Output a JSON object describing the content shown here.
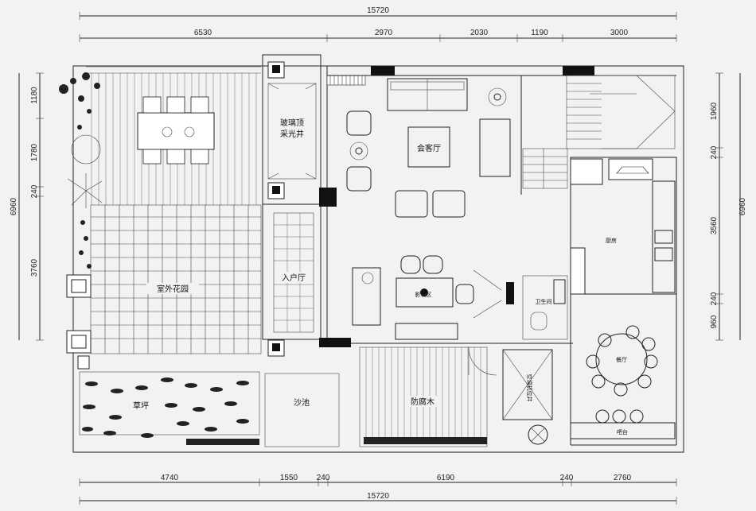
{
  "dimensions": {
    "top_total": "15720",
    "top_segments": [
      "6530",
      "2970",
      "2030",
      "1190",
      "3000"
    ],
    "bottom_total": "15720",
    "bottom_segments": [
      "4740",
      "1550",
      "240",
      "6190",
      "240",
      "2760"
    ],
    "left_total": "6960",
    "left_segments": [
      "1180",
      "1780",
      "240",
      "3760"
    ],
    "right_total": "6960",
    "right_segments": [
      "1960",
      "240",
      "3560",
      "240",
      "960"
    ]
  },
  "rooms": {
    "skylight": [
      "玻璃顶",
      "采光井"
    ],
    "living_room": "会客厅",
    "entrance": "入户厅",
    "garden": "室外花园",
    "kitchen": "厨房",
    "dining": "餐厅",
    "lawn": "草坪",
    "sandpit": "沙池",
    "wood_deck": "防腐木",
    "tv_area": "影视区",
    "toilet": "卫生间",
    "bar": "吧台",
    "void": "空调机位井"
  }
}
